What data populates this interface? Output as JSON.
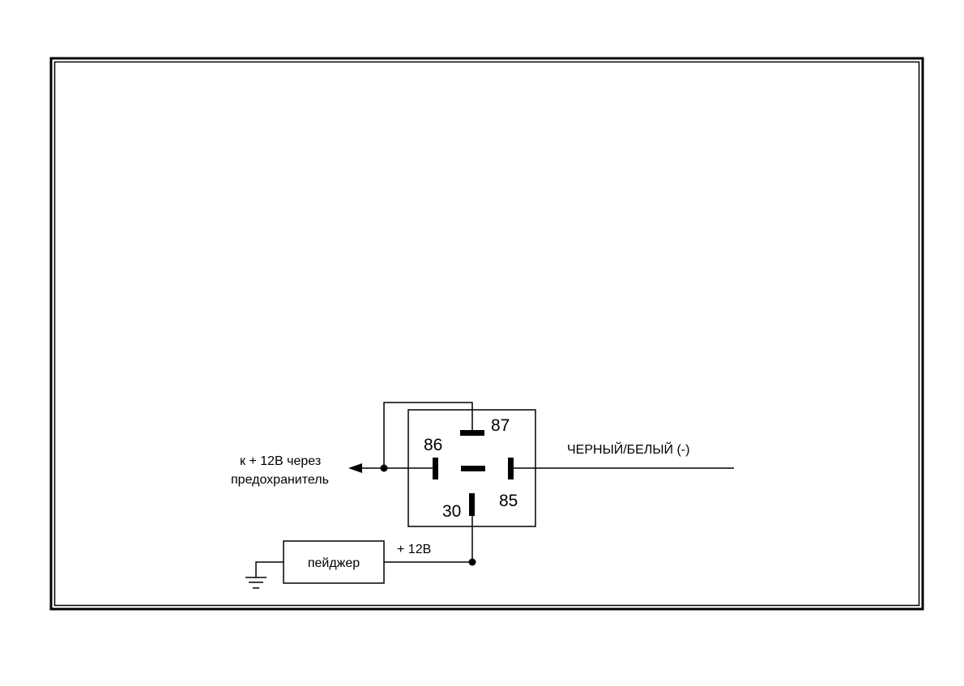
{
  "relay": {
    "pin_87": "87",
    "pin_86": "86",
    "pin_85": "85",
    "pin_30": "30"
  },
  "labels": {
    "supply_line1": "к + 12В через",
    "supply_line2": "предохранитель",
    "wire_label": "ЧЕРНЫЙ/БЕЛЫЙ (-)",
    "plus12": "+ 12В",
    "pager": "пейджер"
  }
}
